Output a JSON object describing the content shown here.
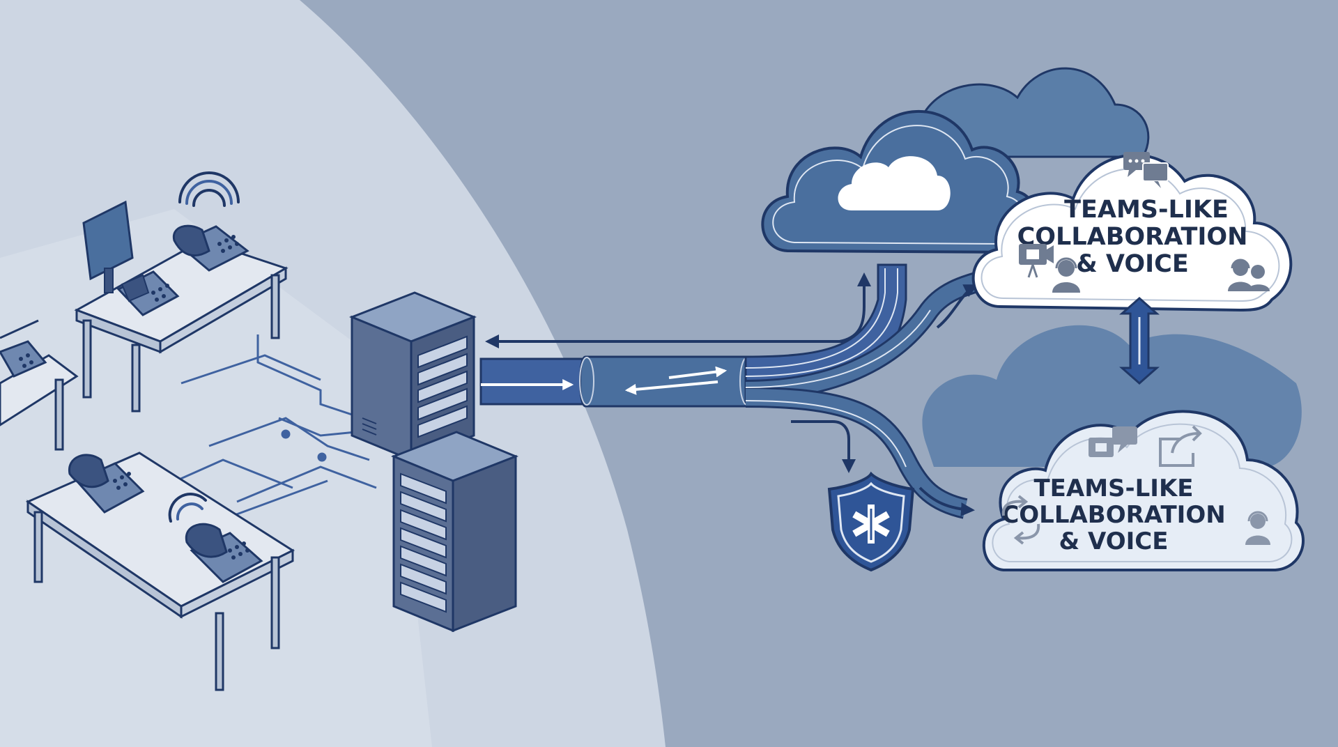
{
  "clouds": {
    "upper_service": {
      "line1": "TEAMS-LIKE",
      "line2": "COLLABORATION",
      "line3": "& VOICE"
    },
    "lower_service": {
      "line1": "TEAMS-LIKE",
      "line2": "COLLABORATION",
      "line3": "& VOICE"
    }
  },
  "colors": {
    "background": "#9aa9bf",
    "office_floor": "#cdd6e3",
    "navy": "#1f3766",
    "steel_blue": "#4a6f9e",
    "light_cloud": "#e6edf6"
  },
  "icons": [
    "desk-phone-icon",
    "wifi-icon",
    "monitor-icon",
    "server-rack-icon",
    "cloud-icon",
    "chat-icon",
    "video-camera-icon",
    "headset-user-icon",
    "users-icon",
    "share-icon",
    "sync-icon",
    "medical-shield-icon"
  ]
}
